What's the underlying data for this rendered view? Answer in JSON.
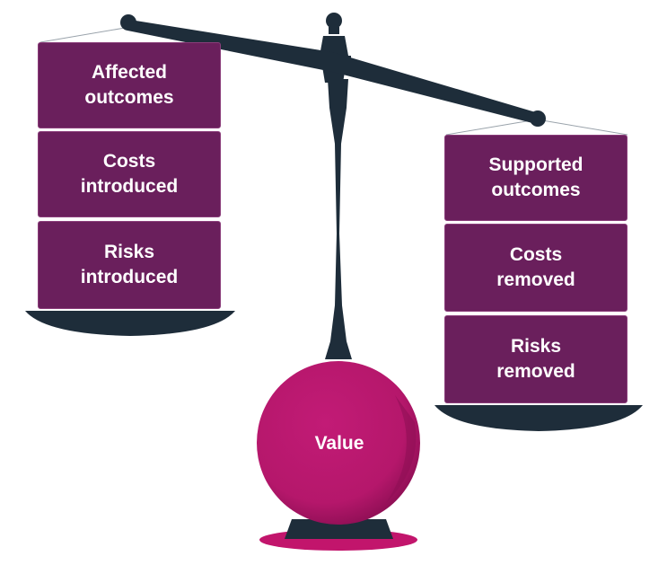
{
  "diagram": {
    "colors": {
      "beam": "#1e2d3a",
      "box_fill": "#6a1f5c",
      "box_border": "#8a3d7a",
      "ball": "#b5176b",
      "ball_shade": "#8f0f55",
      "pan": "#1e2d3a",
      "shadow": "#c2156c"
    },
    "left_pan": {
      "items": [
        {
          "label": "Affected\noutcomes"
        },
        {
          "label": "Costs\nintroduced"
        },
        {
          "label": "Risks\nintroduced"
        }
      ]
    },
    "right_pan": {
      "items": [
        {
          "label": "Supported\noutcomes"
        },
        {
          "label": "Costs\nremoved"
        },
        {
          "label": "Risks\nremoved"
        }
      ]
    },
    "counterweight": {
      "label": "Value"
    }
  }
}
